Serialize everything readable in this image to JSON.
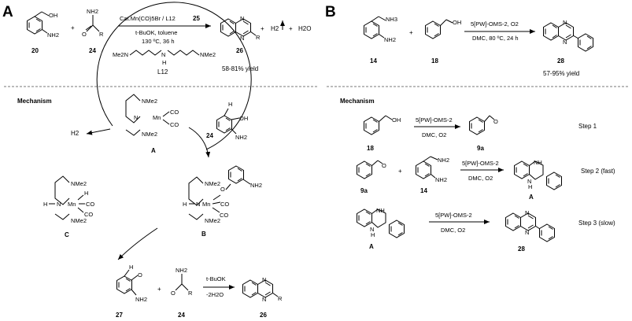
{
  "panel_a": {
    "letter": "A",
    "compounds": {
      "c20": "20",
      "c24": "24",
      "c26": "26"
    },
    "conditions": {
      "line1": "Cat.Mn(CO)5Br / L12",
      "ref": "25",
      "line2": "t-BuOK, toluene",
      "line3": "130 ºC, 36 h"
    },
    "byproducts": {
      "h2": "H2",
      "plus": "+",
      "h2o": "H2O"
    },
    "ligand_label": "L12",
    "ligand_nme2_left": "Me2N",
    "ligand_nme2_right": "NMe2",
    "ligand_nh": "N",
    "ligand_h": "H",
    "yield": "58-81% yield",
    "mechanism_title": "Mechanism",
    "intermediates": {
      "a": "A",
      "b": "B",
      "c": "C"
    },
    "mech_h2": "H2",
    "mech_c24": "24",
    "bottom": {
      "c27": "27",
      "c24": "24",
      "c26": "26",
      "reagent": "t-BuOK",
      "loss": "-2H2O"
    }
  },
  "panel_b": {
    "letter": "B",
    "compounds": {
      "c14": "14",
      "c18": "18",
      "c28": "28"
    },
    "conditions": {
      "line1": "5[PW]-OMS-2, O2",
      "line2": "DMC, 80 ºC, 24 h"
    },
    "yield": "57-95% yield",
    "mechanism_title": "Mechanism",
    "steps": [
      {
        "label": "Step 1",
        "reagent": "5[PW]-OMS-2",
        "cond": "DMC, O2",
        "start": "18",
        "product": "9a"
      },
      {
        "label": "Step 2 (fast)",
        "reagent": "5[PW]-OMS-2",
        "cond": "DMC, O2",
        "start": "9a",
        "second": "14",
        "product": "A"
      },
      {
        "label": "Step 3 (slow)",
        "reagent": "5[PW]-OMS-2",
        "cond": "DMC, O2",
        "start": "A",
        "product": "28"
      }
    ]
  },
  "atoms": {
    "oh": "OH",
    "nh2": "NH2",
    "nh3": "NH3",
    "o": "O",
    "r": "R",
    "n": "N",
    "h": "H",
    "nh": "NH",
    "nme2": "NMe2",
    "mn": "Mn",
    "co": "CO",
    "plus": "+"
  }
}
